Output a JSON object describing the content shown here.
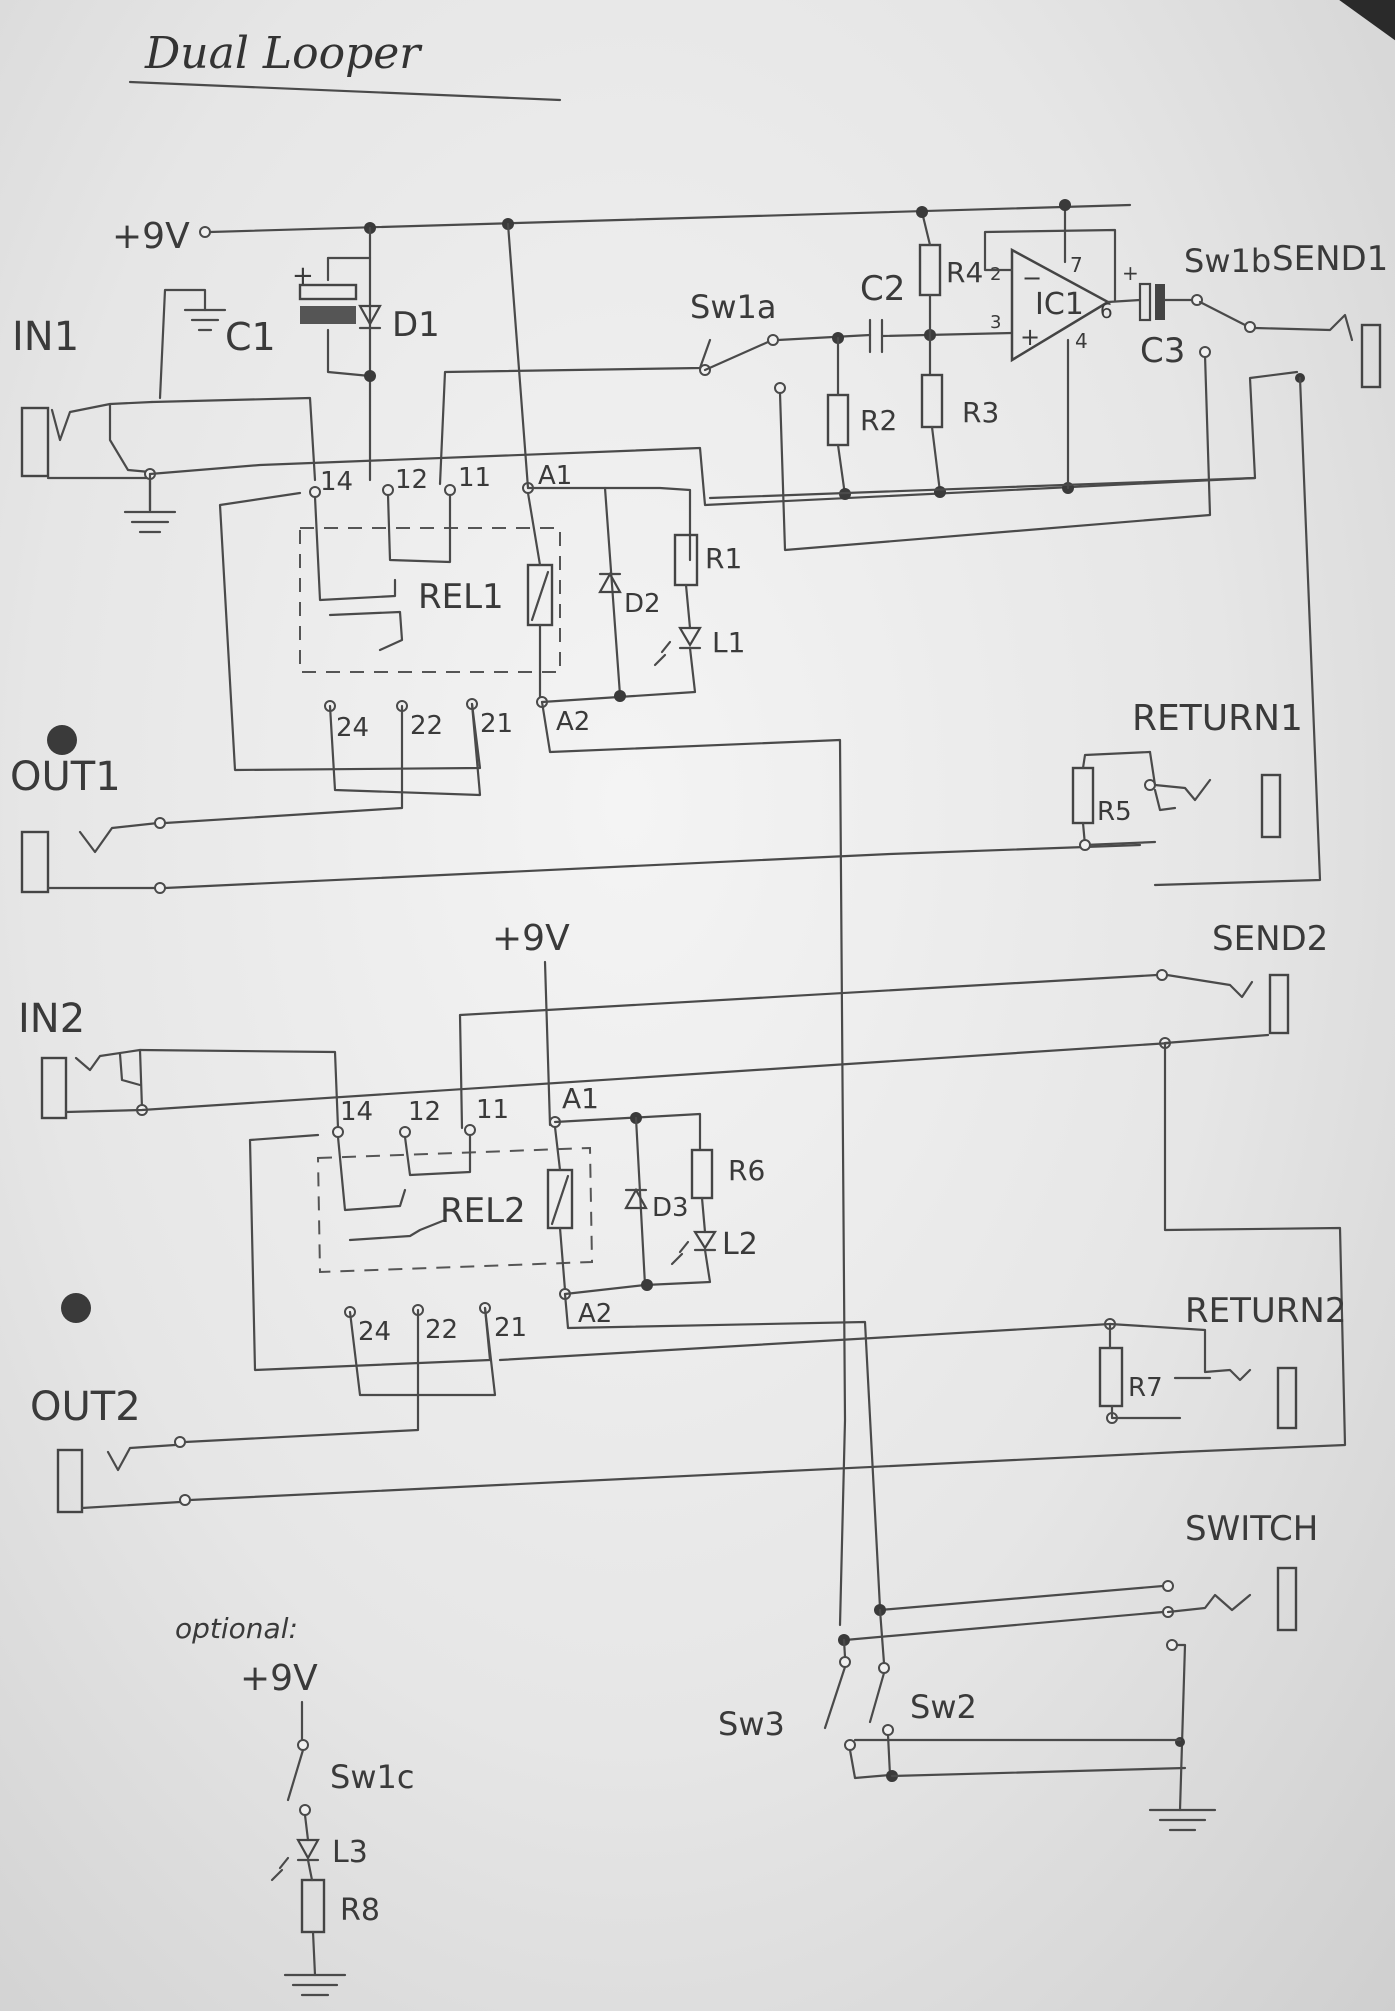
{
  "title": "Dual Looper",
  "supply": {
    "v9_top": "+9V",
    "v9_mid": "+9V",
    "v9_opt": "+9V"
  },
  "optional_label": "optional:",
  "jacks": {
    "in1": "IN1",
    "out1": "OUT1",
    "in2": "IN2",
    "out2": "OUT2",
    "send1": "SEND1",
    "return1": "RETURN1",
    "send2": "SEND2",
    "return2": "RETURN2",
    "switch": "SWITCH"
  },
  "components": {
    "c1": "C1",
    "d1": "D1",
    "c2": "C2",
    "c3": "C3",
    "r1": "R1",
    "r2": "R2",
    "r3": "R3",
    "r4": "R4",
    "r5": "R5",
    "r6": "R6",
    "r7": "R7",
    "r8": "R8",
    "d2": "D2",
    "d3": "D3",
    "l1": "L1",
    "l2": "L2",
    "l3": "L3",
    "ic1": "IC1",
    "rel1": "REL1",
    "rel2": "REL2",
    "sw1a": "Sw1a",
    "sw1b": "Sw1b",
    "sw1c": "Sw1c",
    "sw2": "Sw2",
    "sw3": "Sw3"
  },
  "ic_pins": {
    "p2": "2",
    "p3": "3",
    "p4": "4",
    "p6": "6",
    "p7": "7",
    "minus": "−",
    "plus": "+",
    "c3plus": "+"
  },
  "relay1_pins": {
    "p14": "14",
    "p12": "12",
    "p11": "11",
    "a1": "A1",
    "p24": "24",
    "p22": "22",
    "p21": "21",
    "a2": "A2"
  },
  "relay2_pins": {
    "p14": "14",
    "p12": "12",
    "p11": "11",
    "a1": "A1",
    "p24": "24",
    "p22": "22",
    "p21": "21",
    "a2": "A2"
  },
  "c1_plus": "+"
}
